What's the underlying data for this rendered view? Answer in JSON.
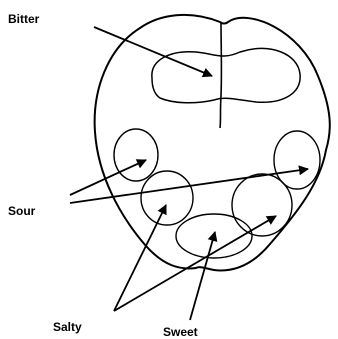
{
  "diagram": {
    "labels": {
      "bitter": "Bitter",
      "sour": "Sour",
      "salty": "Salty",
      "sweet": "Sweet"
    },
    "colors": {
      "ink": "#000000",
      "background": "#ffffff"
    }
  }
}
